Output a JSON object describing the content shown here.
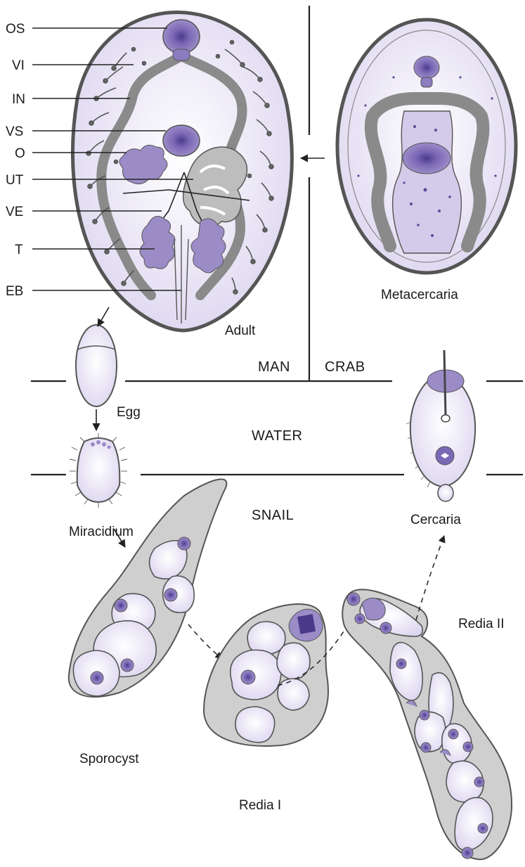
{
  "anatomy_labels": {
    "os": "OS",
    "vi": "VI",
    "in": "IN",
    "vs": "VS",
    "o": "O",
    "ut": "UT",
    "ve": "VE",
    "t": "T",
    "eb": "EB"
  },
  "stages": {
    "adult": "Adult",
    "metacercaria": "Metacercaria",
    "egg": "Egg",
    "miracidium": "Miracidium",
    "cercaria": "Cercaria",
    "sporocyst": "Sporocyst",
    "redia1": "Redia I",
    "redia2": "Redia II"
  },
  "environments": {
    "man": "MAN",
    "crab": "CRAB",
    "water": "WATER",
    "snail": "SNAIL"
  },
  "colors": {
    "purple_fill": "#e9e4f5",
    "purple_dark": "#8b7bbf",
    "purple_deep": "#5a4a99",
    "gray_body": "#cfcfcf",
    "gray_dark": "#8a8a8a",
    "outline": "#555555"
  }
}
